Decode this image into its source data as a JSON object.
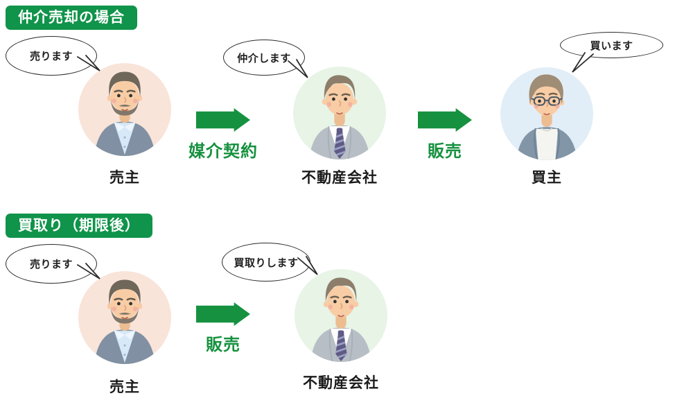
{
  "colors": {
    "badge_green": "#10934A",
    "arrow_green": "#16913F"
  },
  "sections": [
    {
      "badge": "仲介売却の場合",
      "actors": [
        {
          "role": "seller",
          "label": "売主",
          "bubble": "売ります",
          "bg": "#f9e4da"
        },
        {
          "role": "real-estate-company",
          "label": "不動産会社",
          "bubble": "仲介します",
          "bg": "#e7f4e6"
        },
        {
          "role": "buyer",
          "label": "買主",
          "bubble": "買います",
          "bg": "#e2eef7"
        }
      ],
      "arrows": [
        {
          "label": "媒介契約"
        },
        {
          "label": "販売"
        }
      ]
    },
    {
      "badge": "買取り（期限後）",
      "actors": [
        {
          "role": "seller",
          "label": "売主",
          "bubble": "売ります",
          "bg": "#f9e4da"
        },
        {
          "role": "real-estate-company",
          "label": "不動産会社",
          "bubble": "買取りします",
          "bg": "#e7f4e6"
        }
      ],
      "arrows": [
        {
          "label": "販売"
        }
      ]
    }
  ]
}
